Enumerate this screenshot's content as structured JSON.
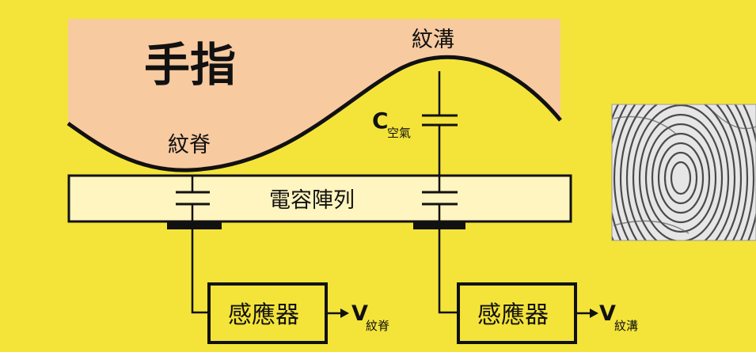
{
  "finger_label": "手指",
  "groove_label": "紋溝",
  "ridge_label": "紋脊",
  "air_cap": {
    "symbol": "C",
    "subscript": "空氣"
  },
  "array_label": "電容陣列",
  "sensors": [
    {
      "label": "感應器",
      "output_symbol": "V",
      "output_subscript": "紋脊"
    },
    {
      "label": "感應器",
      "output_symbol": "V",
      "output_subscript": "紋溝"
    }
  ],
  "colors": {
    "background": "#f4e43a",
    "finger": "#f8caa0",
    "line": "#111111",
    "panel": "#fff5c0"
  },
  "icons": [
    "fingerprint-image"
  ]
}
